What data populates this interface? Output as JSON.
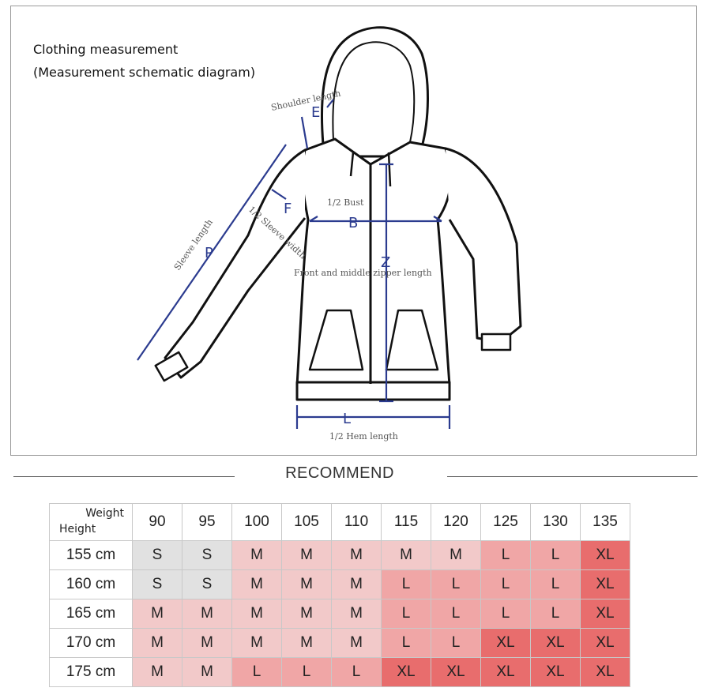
{
  "diagram": {
    "title_line1": "Clothing measurement",
    "title_line2": "(Measurement schematic diagram)",
    "labels": {
      "shoulder": "Shoulder length",
      "bust": "1/2 Bust",
      "sleeve_width": "1/2 Sleeve width",
      "sleeve_length": "Sleeve length",
      "zipper": "Front and middle zipper length",
      "hem": "1/2 Hem length"
    },
    "letters": {
      "E": "E",
      "F": "F",
      "B": "B",
      "P": "P",
      "Z": "Z",
      "L": "L"
    }
  },
  "recommend": {
    "title": "RECOMMEND"
  },
  "size_table": {
    "weight_header": "Weight",
    "height_header": "Height",
    "weights": [
      "90",
      "95",
      "100",
      "105",
      "110",
      "115",
      "120",
      "125",
      "130",
      "135"
    ],
    "rows": [
      {
        "height": "155 cm",
        "sizes": [
          "S",
          "S",
          "M",
          "M",
          "M",
          "M",
          "M",
          "L",
          "L",
          "XL"
        ]
      },
      {
        "height": "160 cm",
        "sizes": [
          "S",
          "S",
          "M",
          "M",
          "M",
          "L",
          "L",
          "L",
          "L",
          "XL"
        ]
      },
      {
        "height": "165 cm",
        "sizes": [
          "M",
          "M",
          "M",
          "M",
          "M",
          "L",
          "L",
          "L",
          "L",
          "XL"
        ]
      },
      {
        "height": "170 cm",
        "sizes": [
          "M",
          "M",
          "M",
          "M",
          "M",
          "L",
          "L",
          "XL",
          "XL",
          "XL"
        ]
      },
      {
        "height": "175 cm",
        "sizes": [
          "M",
          "M",
          "L",
          "L",
          "L",
          "XL",
          "XL",
          "XL",
          "XL",
          "XL"
        ]
      }
    ]
  },
  "colors": {
    "S": "#e1e1e1",
    "M": "#f2c9c9",
    "L": "#f0a6a6",
    "XL": "#e86d6d",
    "dimension": "#2b3b8f"
  }
}
